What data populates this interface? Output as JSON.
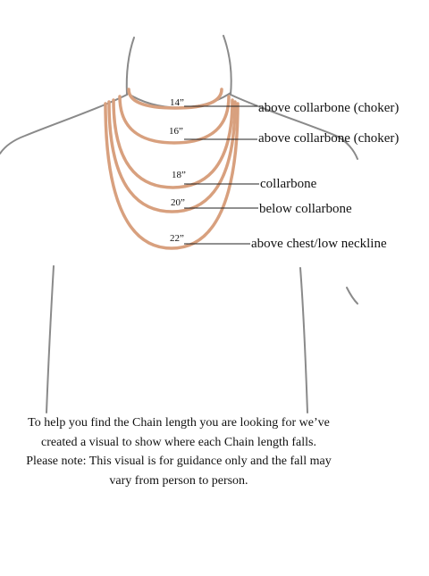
{
  "chains": [
    {
      "size": "14”",
      "description": "above collarbone (choker)"
    },
    {
      "size": "16”",
      "description": "above collarbone (choker)"
    },
    {
      "size": "18”",
      "description": "collarbone"
    },
    {
      "size": "20”",
      "description": "below collarbone"
    },
    {
      "size": "22”",
      "description": "above chest/low neckline"
    }
  ],
  "caption": {
    "line1": "To help you find the Chain length you are looking for we’ve",
    "line2": "created a visual to show where each Chain length falls.",
    "line3": "Please note: This visual is for guidance only and the fall may",
    "line4": "vary from person to person."
  },
  "colors": {
    "chain": "#d8a07e",
    "outline": "#8a8a8a",
    "leader": "#222222"
  }
}
